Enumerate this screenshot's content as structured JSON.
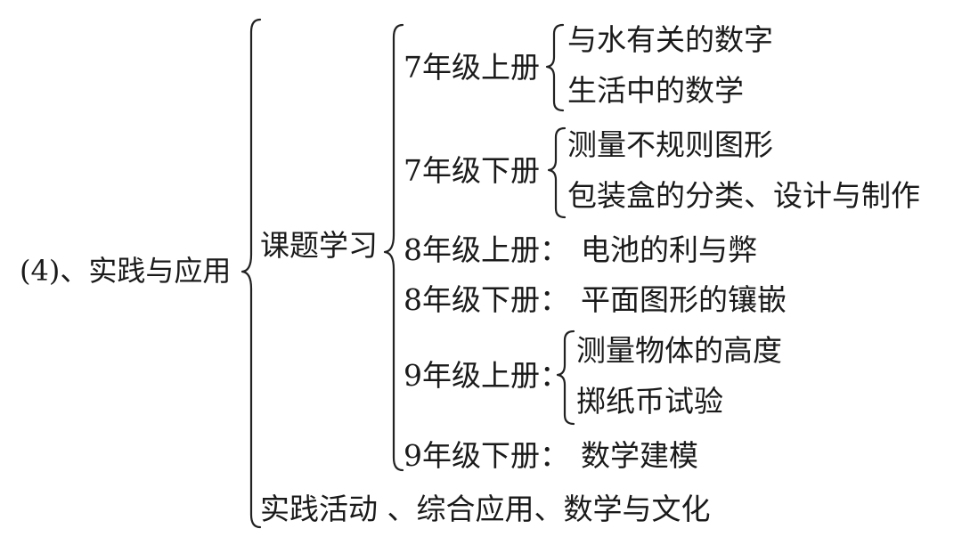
{
  "root": {
    "label": "(4)、实践与应用"
  },
  "topic": {
    "label": "课题学习"
  },
  "grades": [
    {
      "label": "7年级上册",
      "items": [
        "与水有关的数字",
        "生活中的数学"
      ]
    },
    {
      "label": "7年级下册",
      "items": [
        "测量不规则图形",
        "包装盒的分类、设计与制作"
      ]
    },
    {
      "label": "8年级上册：",
      "item": "电池的利与弊"
    },
    {
      "label": "8年级下册：",
      "item": "平面图形的镶嵌"
    },
    {
      "label": "9年级上册：",
      "items": [
        "测量物体的高度",
        "掷纸币试验"
      ]
    },
    {
      "label": "9年级下册：",
      "item": "数学建模"
    }
  ],
  "practice": {
    "label": "实践活动 、综合应用、数学与文化"
  }
}
